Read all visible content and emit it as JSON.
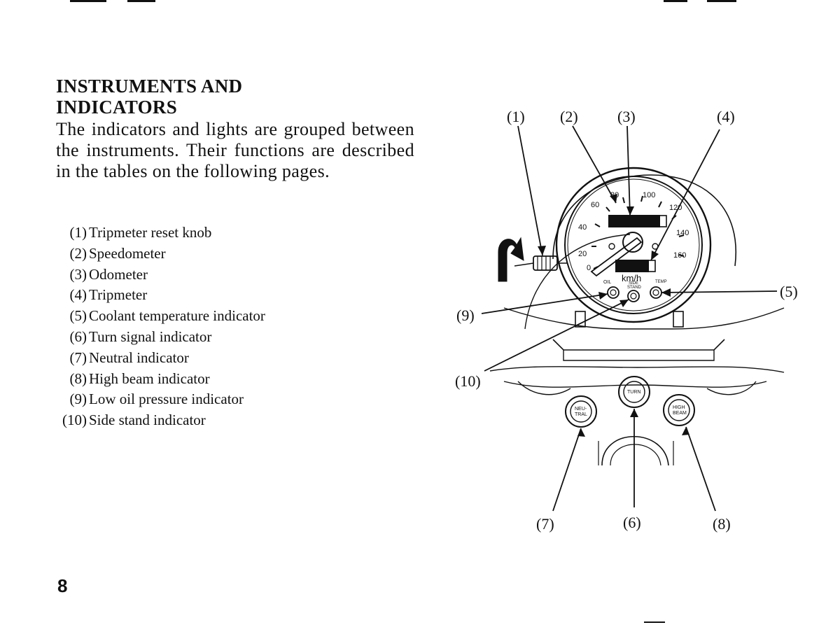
{
  "heading": {
    "line1": "INSTRUMENTS AND",
    "line2": "INDICATORS"
  },
  "intro": "The indicators and lights are grouped between the instruments. Their functions are described in the tables on the following pages.",
  "legend": [
    {
      "num": "(1)",
      "label": "Tripmeter reset knob"
    },
    {
      "num": "(2)",
      "label": "Speedometer"
    },
    {
      "num": "(3)",
      "label": "Odometer"
    },
    {
      "num": "(4)",
      "label": "Tripmeter"
    },
    {
      "num": "(5)",
      "label": "Coolant temperature indicator"
    },
    {
      "num": "(6)",
      "label": "Turn signal indicator"
    },
    {
      "num": "(7)",
      "label": "Neutral indicator"
    },
    {
      "num": "(8)",
      "label": "High beam indicator"
    },
    {
      "num": "(9)",
      "label": "Low oil pressure indicator"
    },
    {
      "num": "(10)",
      "label": "Side stand indicator"
    }
  ],
  "figure": {
    "callouts": {
      "c1": "(1)",
      "c2": "(2)",
      "c3": "(3)",
      "c4": "(4)",
      "c5": "(5)",
      "c6": "(6)",
      "c7": "(7)",
      "c8": "(8)",
      "c9": "(9)",
      "c10": "(10)"
    },
    "dial": {
      "t0": "0",
      "t20": "20",
      "t40": "40",
      "t60": "60",
      "t80": "80",
      "t100": "100",
      "t120": "120",
      "t140": "140",
      "t160": "160",
      "unit": "km/h"
    },
    "lamps": {
      "oil": "OIL",
      "side": "SIDE",
      "stand": "STAND",
      "temp": "TEMP",
      "turn": "TURN",
      "neu": "NEU-",
      "tral": "TRAL",
      "high": "HIGH",
      "beam": "BEAM"
    }
  },
  "page_number": "8"
}
